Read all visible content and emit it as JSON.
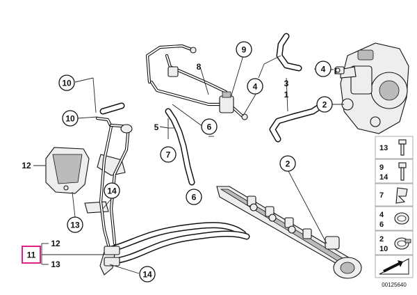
{
  "callouts": {
    "c1": "1",
    "c2a": "2",
    "c2b": "2",
    "c3": "3",
    "c4a": "4",
    "c4b": "4",
    "c5": "5",
    "c6a": "6",
    "c6b": "6",
    "c7": "7",
    "c8": "8",
    "c9": "9",
    "c10a": "10",
    "c10b": "10",
    "c11": "11",
    "c12a": "12",
    "c12b": "12",
    "c13a": "13",
    "c13b": "13",
    "c14a": "14",
    "c14b": "14"
  },
  "legend": {
    "items": [
      {
        "top": "13",
        "bottom": "",
        "icon": "bolt-icon"
      },
      {
        "top": "9",
        "bottom": "14",
        "icon": "stud-bolt-icon"
      },
      {
        "top": "7",
        "bottom": "",
        "icon": "spring-clip-icon"
      },
      {
        "top": "4",
        "bottom": "6",
        "icon": "hose-clamp-icon"
      },
      {
        "top": "2",
        "bottom": "10",
        "icon": "worm-clamp-icon"
      }
    ],
    "footer_icon": "material-symbol-icon"
  },
  "document_id": "00125640",
  "colors": {
    "highlight": "#e0218a",
    "line": "#111111"
  }
}
